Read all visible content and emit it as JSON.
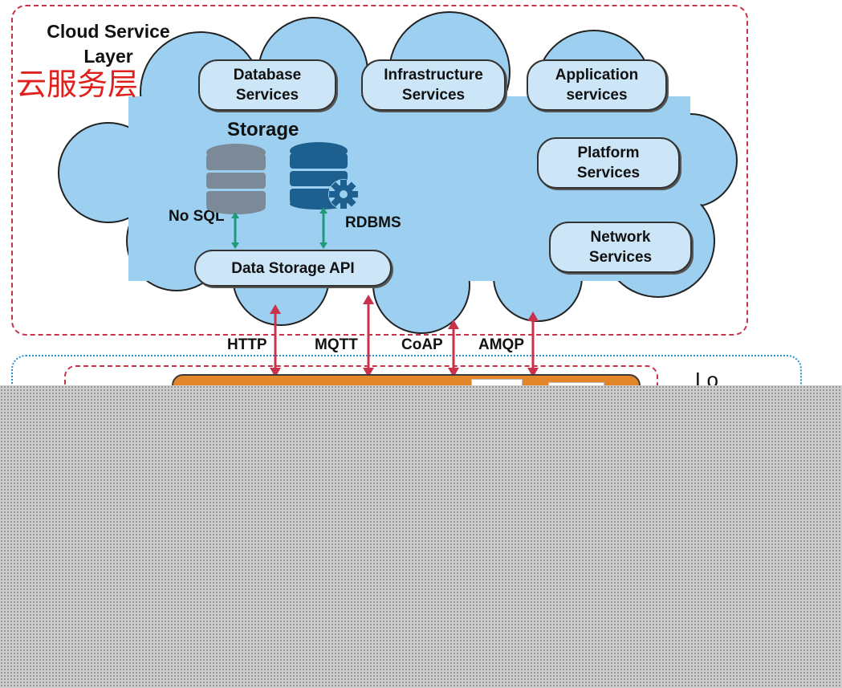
{
  "cloud_layer": {
    "title": "Cloud Service\nLayer",
    "title_cn": "云服务层"
  },
  "services": {
    "database": "Database\nServices",
    "infrastructure": "Infrastructure\nServices",
    "application": "Application\nservices",
    "platform": "Platform\nServices",
    "network": "Network\nServices"
  },
  "storage": {
    "title": "Storage",
    "nosql": "No SQL",
    "rdbms": "RDBMS",
    "api": "Data Storage API"
  },
  "protocols": [
    "HTTP",
    "MQTT",
    "CoAP",
    "AMQP"
  ],
  "local_layer": {
    "partial_title": "Lo"
  },
  "colors": {
    "cloud_fill": "#9dd0f0",
    "pill_fill": "#cde6f7",
    "frame_red": "#c8324a",
    "frame_blue": "#2a8fd0",
    "arrow_red": "#c8324a",
    "arrow_green": "#1e9a78",
    "db_gray": "#7b8a96",
    "db_blue": "#1d5f8e",
    "orange": "#e3862a",
    "chinese_text": "#e0201c"
  },
  "icons": [
    "nosql-database-icon",
    "rdbms-database-gear-icon"
  ]
}
